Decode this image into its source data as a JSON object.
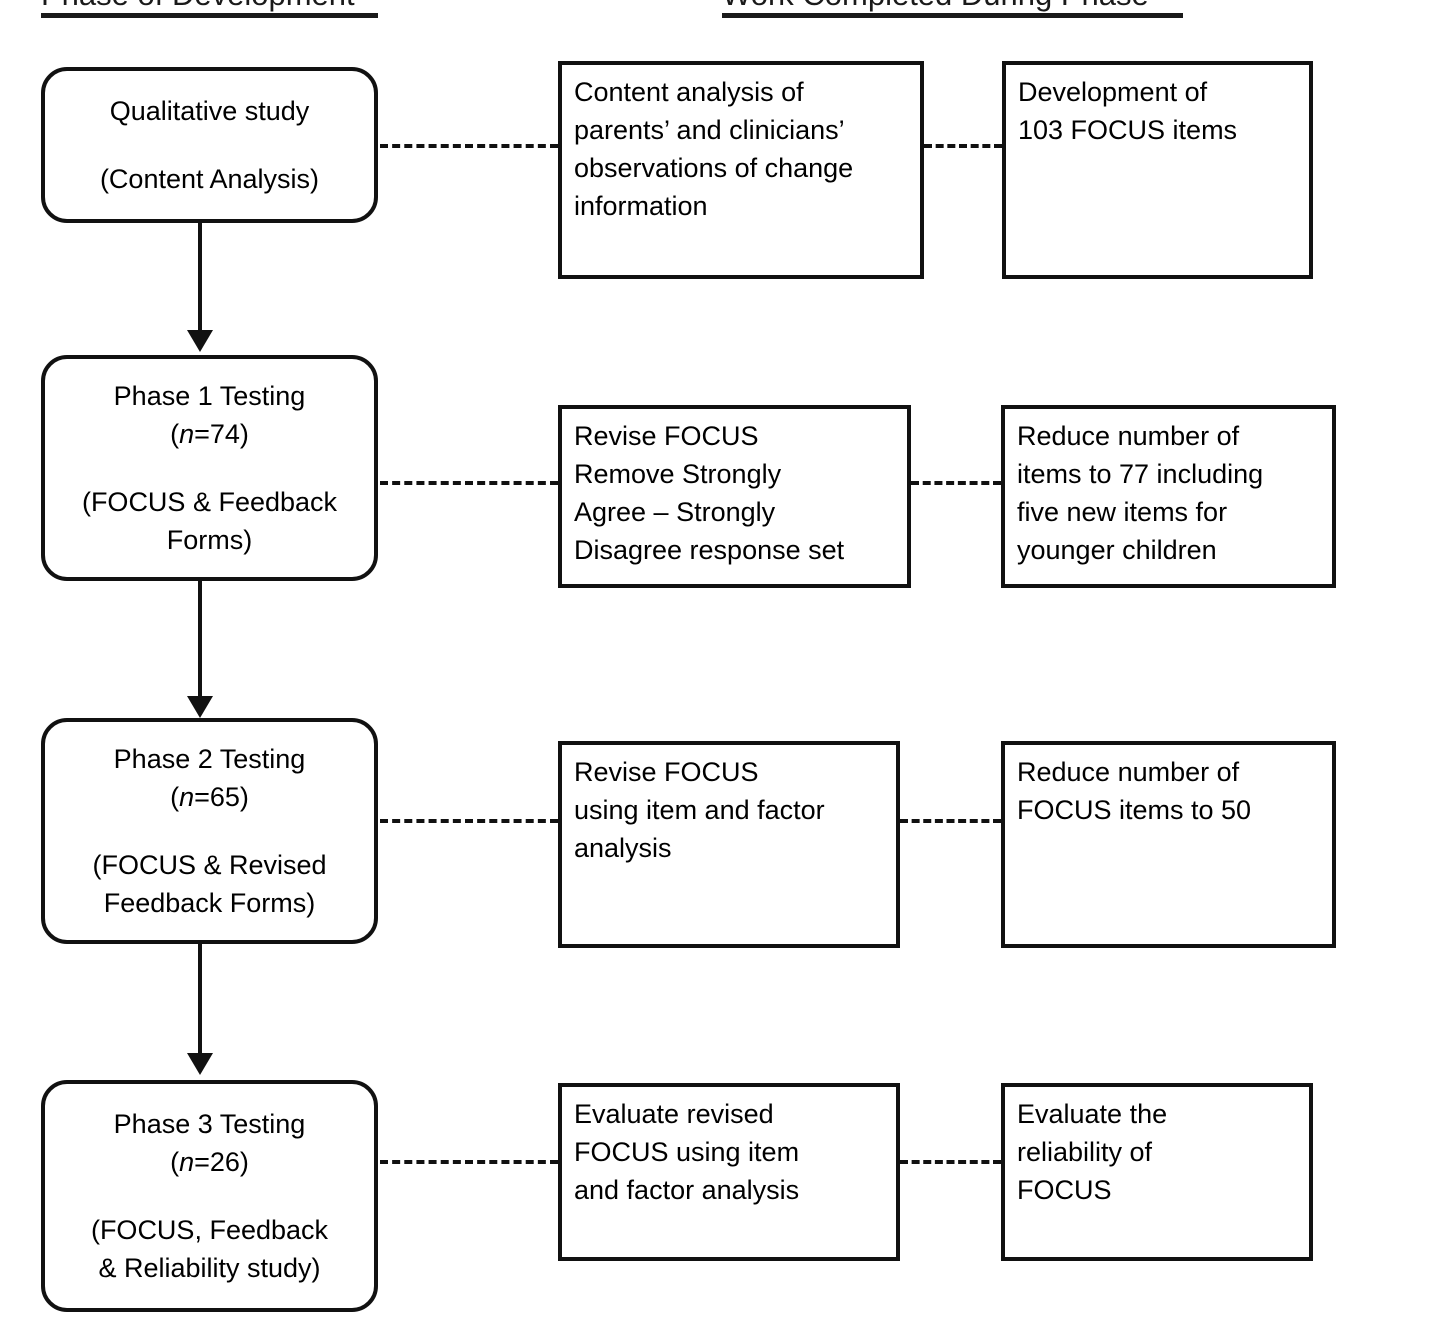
{
  "headers": {
    "left": "Phase of Development",
    "right": "Work Completed During Phase"
  },
  "phases": [
    {
      "title": "Qualitative study",
      "subtitle": "(Content Analysis)",
      "n_prefix": "",
      "n_value": ""
    },
    {
      "title": "Phase 1 Testing",
      "n_open": "(",
      "n_italic": "n",
      "n_rest": "=74)",
      "subtitle_line1": "(FOCUS & Feedback",
      "subtitle_line2": "Forms)"
    },
    {
      "title": "Phase 2 Testing",
      "n_open": "(",
      "n_italic": "n",
      "n_rest": "=65)",
      "subtitle_line1": "(FOCUS & Revised",
      "subtitle_line2": "Feedback Forms)"
    },
    {
      "title": "Phase 3 Testing",
      "n_open": "(",
      "n_italic": "n",
      "n_rest": "=26)",
      "subtitle_line1": "(FOCUS, Feedback",
      "subtitle_line2": "& Reliability study)"
    }
  ],
  "work_middle": [
    {
      "lines": [
        "Content analysis of",
        "parents’ and clinicians’",
        "observations of change",
        "information"
      ]
    },
    {
      "lines": [
        "Revise FOCUS",
        "Remove Strongly",
        "Agree – Strongly",
        "Disagree response set"
      ]
    },
    {
      "lines": [
        "Revise FOCUS",
        "using item and factor",
        "analysis"
      ]
    },
    {
      "lines": [
        "Evaluate revised",
        "FOCUS using item",
        "and factor analysis"
      ]
    }
  ],
  "work_right": [
    {
      "lines": [
        "Development of",
        "103 FOCUS items"
      ]
    },
    {
      "lines": [
        "Reduce number of",
        "items to 77 including",
        "five new items for",
        "younger children"
      ]
    },
    {
      "lines": [
        "Reduce number of",
        "FOCUS items to 50"
      ]
    },
    {
      "lines": [
        "Evaluate the",
        "reliability of",
        "FOCUS"
      ]
    }
  ],
  "colors": {
    "stroke": "#111111",
    "text": "#000000",
    "background": "#ffffff"
  }
}
